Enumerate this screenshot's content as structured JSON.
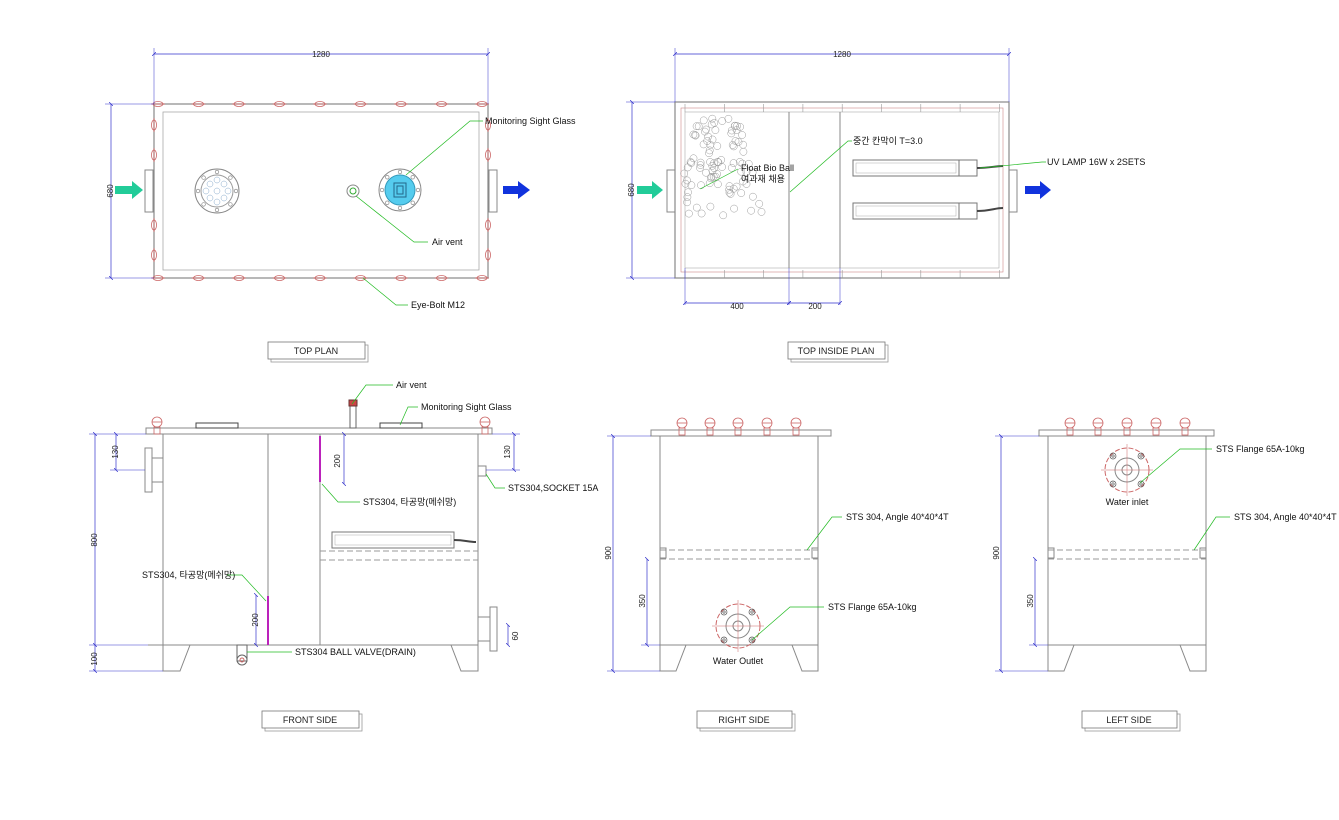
{
  "dimensions": {
    "top_width": "1280",
    "top_height": "680",
    "inside_width": "1280",
    "inside_height": "680",
    "inside_400": "400",
    "inside_200": "200",
    "front_130_left": "130",
    "front_130_right": "130",
    "front_200_top": "200",
    "front_800": "800",
    "front_200_low": "200",
    "front_100": "100",
    "front_60": "60",
    "right_900": "900",
    "right_350": "350",
    "left_900": "900",
    "left_350": "350"
  },
  "labels": {
    "monitoring_sight_glass_top": "Monitoring Sight Glass",
    "air_vent_top": "Air vent",
    "eye_bolt": "Eye-Bolt M12",
    "middle_partition": "중간 칸막이 T=3.0",
    "float_bio_ball": "Float Bio Ball",
    "filter_media": "여과재 채용",
    "uv_lamp": "UV LAMP 16W x 2SETS",
    "air_vent_front": "Air vent",
    "monitoring_sight_glass_front": "Monitoring Sight Glass",
    "perforated_upper": "STS304, 타공망(메쉬망)",
    "socket": "STS304,SOCKET 15A",
    "perforated_lower": "STS304, 타공망(메쉬망)",
    "ball_valve": "STS304 BALL VALVE(DRAIN)",
    "angle_right": "STS 304, Angle  40*40*4T",
    "flange_right": "STS Flange 65A-10kg",
    "water_outlet": "Water Outlet",
    "flange_left": "STS Flange 65A-10kg",
    "water_inlet": "Water inlet",
    "angle_left": "STS 304, Angle  40*40*4T"
  },
  "titles": {
    "top_plan": "TOP PLAN",
    "top_inside_plan": "TOP INSIDE PLAN",
    "front_side": "FRONT SIDE",
    "right_side": "RIGHT SIDE",
    "left_side": "LEFT SIDE"
  },
  "colors": {
    "dimension": "#3333cc",
    "leader": "#22bb22",
    "flange": "#cc6666",
    "inlet_arrow": "#22cc99",
    "outlet_arrow": "#1133dd",
    "sight_glass": "#55ccee",
    "mesh": "#bb22bb"
  }
}
